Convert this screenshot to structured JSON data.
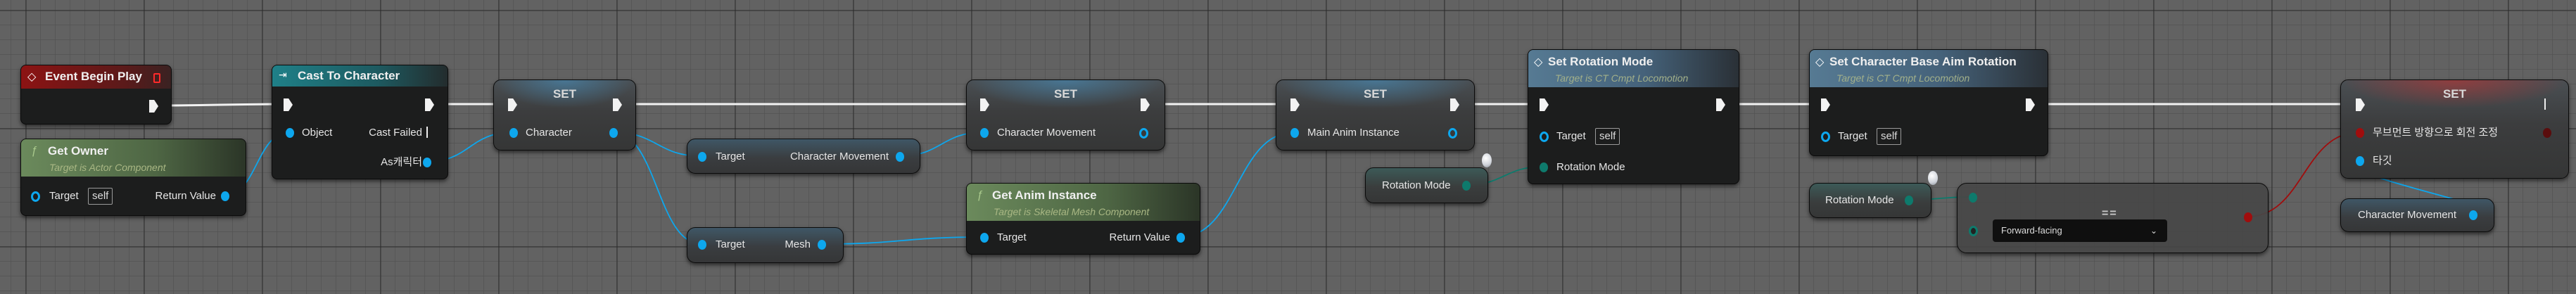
{
  "colors": {
    "exec": "#f2f2f2",
    "object": "#0da7ee",
    "enum": "#0e7a6c",
    "bool": "#a00d0d"
  },
  "event_begin_play": {
    "title": "Event Begin Play",
    "icon": "event-diamond-icon"
  },
  "get_owner": {
    "title": "Get Owner",
    "subtitle": "Target is Actor Component",
    "target_label": "Target",
    "target_value": "self",
    "return_label": "Return Value",
    "icon": "function-icon"
  },
  "cast": {
    "title": "Cast To Character",
    "object_label": "Object",
    "cast_failed_label": "Cast Failed",
    "as_label": "As캐릭터",
    "icon": "cast-arrow-icon"
  },
  "set_character": {
    "title": "SET",
    "pin_label": "Character"
  },
  "get_char_movement": {
    "target_label": "Target",
    "output_label": "Character Movement"
  },
  "get_mesh": {
    "target_label": "Target",
    "output_label": "Mesh"
  },
  "set_char_movement": {
    "title": "SET",
    "pin_label": "Character Movement"
  },
  "get_anim_instance": {
    "title": "Get Anim Instance",
    "subtitle": "Target is Skeletal Mesh Component",
    "target_label": "Target",
    "return_label": "Return Value",
    "icon": "function-icon"
  },
  "set_main_anim": {
    "title": "SET",
    "pin_label": "Main Anim Instance"
  },
  "rotation_mode_get_1": {
    "label": "Rotation Mode"
  },
  "set_rotation_mode": {
    "title": "Set Rotation Mode",
    "subtitle": "Target is CT Cmpt Locomotion",
    "target_label": "Target",
    "target_value": "self",
    "rotation_label": "Rotation Mode",
    "icon": "event-diamond-icon"
  },
  "set_base_aim": {
    "title": "Set Character Base Aim Rotation",
    "subtitle": "Target is CT Cmpt Locomotion",
    "target_label": "Target",
    "target_value": "self",
    "icon": "event-diamond-icon"
  },
  "rotation_mode_get_2": {
    "label": "Rotation Mode"
  },
  "equal_node": {
    "operator": "==",
    "selected_option": "Forward-facing"
  },
  "set_orient": {
    "title": "SET",
    "pin_label": "무브먼트 방향으로 회전 조정",
    "target_label": "타깃"
  },
  "char_movement_get": {
    "label": "Character Movement"
  }
}
